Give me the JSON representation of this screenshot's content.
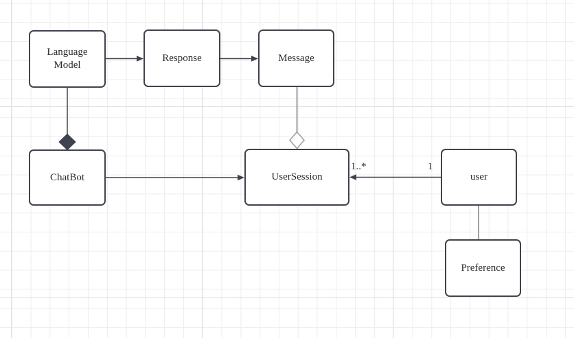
{
  "colors": {
    "canvas_bg": "#ffffff",
    "grid_minor": "#ededee",
    "grid_major": "#e1e1e4",
    "node_border": "#3d4450",
    "node_fill": "#ffffff",
    "node_text": "#2b2c2e",
    "line_dark": "#3d4450",
    "line_gray": "#9da0a5",
    "label_text": "#2b2c2e"
  },
  "nodes": [
    {
      "id": "language-model",
      "label": "Language Model"
    },
    {
      "id": "response",
      "label": "Response"
    },
    {
      "id": "message",
      "label": "Message"
    },
    {
      "id": "chatbot",
      "label": "ChatBot"
    },
    {
      "id": "user-session",
      "label": "UserSession"
    },
    {
      "id": "user",
      "label": "user"
    },
    {
      "id": "preference",
      "label": "Preference"
    }
  ],
  "edges": [
    {
      "from": "Language Model",
      "to": "Response",
      "type": "arrow"
    },
    {
      "from": "Response",
      "to": "Message",
      "type": "arrow"
    },
    {
      "from": "Language Model",
      "to": "ChatBot",
      "type": "composition",
      "diamond_at": "ChatBot"
    },
    {
      "from": "Message",
      "to": "UserSession",
      "type": "aggregation",
      "diamond_at": "UserSession"
    },
    {
      "from": "ChatBot",
      "to": "UserSession",
      "type": "arrow"
    },
    {
      "from": "user",
      "to": "UserSession",
      "type": "arrow",
      "source_label": "1",
      "target_label": "1..*"
    },
    {
      "from": "user",
      "to": "Preference",
      "type": "line"
    }
  ]
}
